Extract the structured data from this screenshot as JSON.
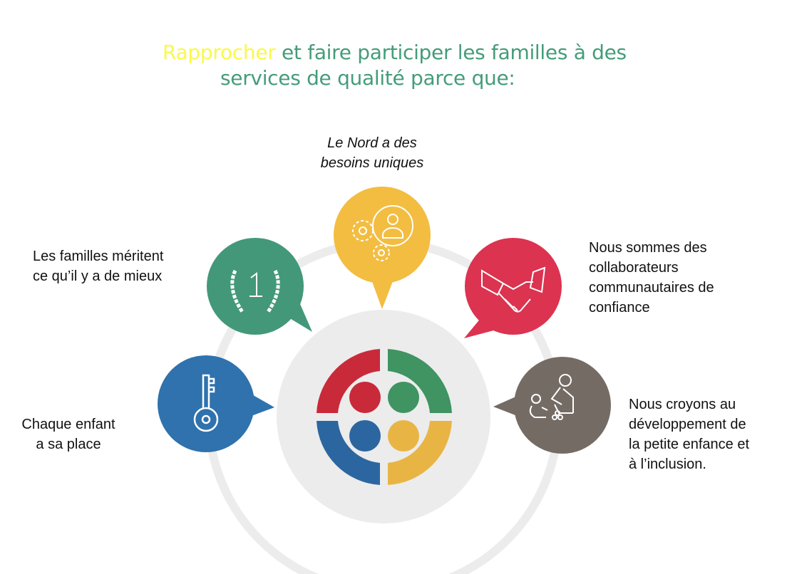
{
  "title": {
    "highlight": "Rapprocher",
    "line1_rest": " et faire participer les familles à des",
    "line2": "services de qualité parce que:"
  },
  "reasons": [
    {
      "id": "north",
      "lines": [
        "Le Nord a des",
        "besoins uniques"
      ],
      "icon": "gears-person-icon",
      "color": "#f3bd41"
    },
    {
      "id": "families",
      "lines": [
        "Les familles méritent",
        "ce qu’il y a de mieux"
      ],
      "icon": "laurel-number-one-icon",
      "color": "#43987a"
    },
    {
      "id": "partners",
      "lines": [
        "Nous sommes des",
        "collaborateurs",
        "communautaires de",
        "confiance"
      ],
      "icon": "handshake-icon",
      "color": "#dc3350"
    },
    {
      "id": "child",
      "lines": [
        "Chaque enfant",
        "a sa place"
      ],
      "icon": "key-icon",
      "color": "#2f72ad"
    },
    {
      "id": "early",
      "lines": [
        "Nous croyons au",
        "développement de",
        "la petite enfance et",
        "à l’inclusion."
      ],
      "icon": "adult-child-playing-icon",
      "color": "#756b65"
    }
  ],
  "logo_colors": [
    "#c92a3a",
    "#3f9462",
    "#2c66a0",
    "#e8b545"
  ]
}
